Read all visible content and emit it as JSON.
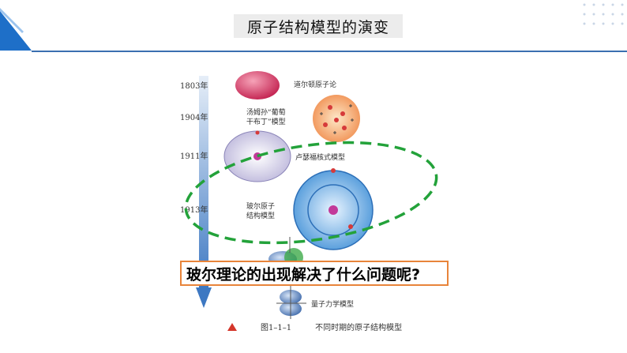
{
  "header": {
    "title": "原子结构模型的演变"
  },
  "figure": {
    "years": [
      "1803年",
      "1904年",
      "1911年",
      "1913年"
    ],
    "models": {
      "dalton": "道尔顿原子论",
      "thomson_line1": "汤姆孙“葡萄",
      "thomson_line2": "干布丁”模型",
      "rutherford": "卢瑟福核式模型",
      "bohr_line1": "玻尔原子",
      "bohr_line2": "结构模型",
      "quantum": "量子力学模型"
    },
    "caption_num": "图1–1–1",
    "caption_text": "不同时期的原子结构模型"
  },
  "question": "玻尔理论的出现解决了什么问题呢?",
  "colors": {
    "accent": "#1e6fc8",
    "ellipse": "#23a23a",
    "box_border": "#e8843a"
  }
}
